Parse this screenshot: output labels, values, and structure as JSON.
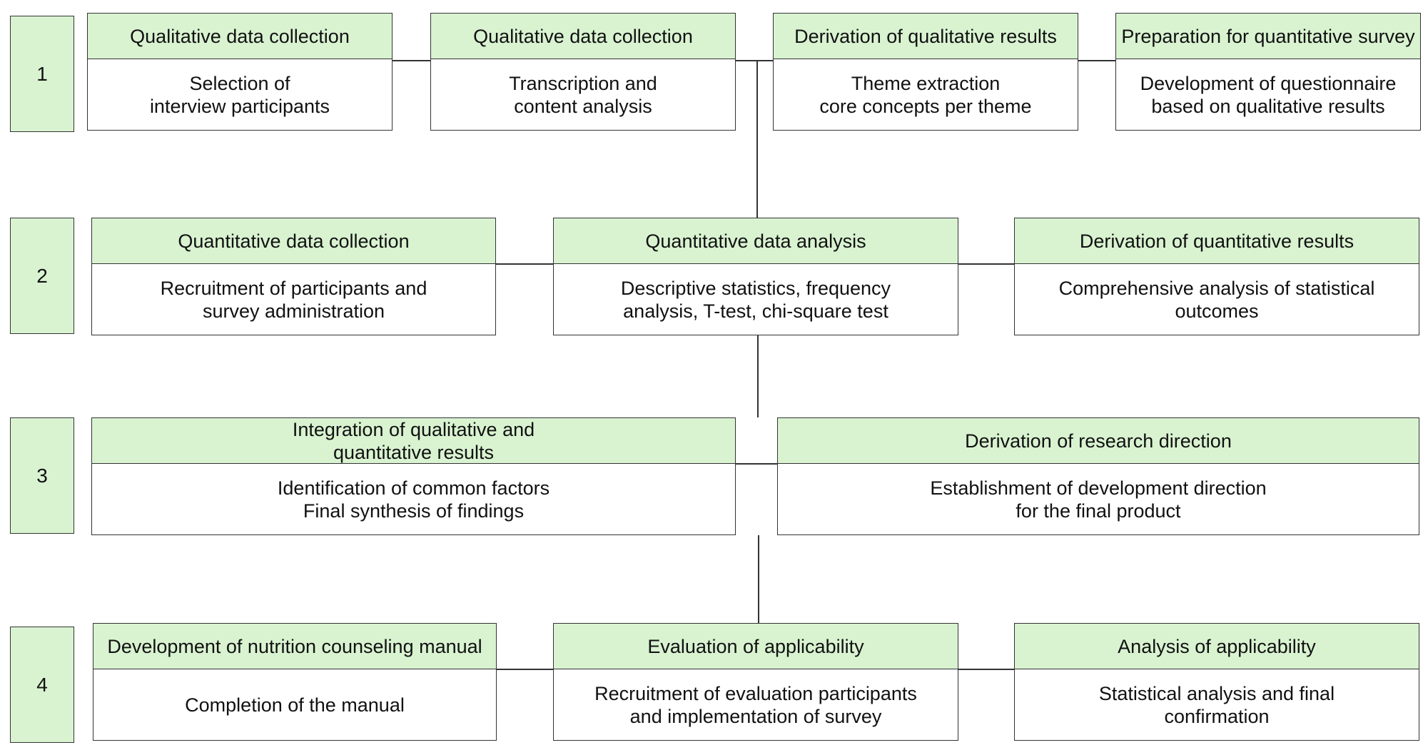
{
  "stages": [
    {
      "number": "1",
      "boxes": [
        {
          "header": [
            "Qualitative data collection"
          ],
          "body": [
            "Selection of",
            "interview participants"
          ]
        },
        {
          "header": [
            "Qualitative data collection"
          ],
          "body": [
            "Transcription and",
            "content analysis"
          ]
        },
        {
          "header": [
            "Derivation of qualitative results"
          ],
          "body": [
            "Theme extraction",
            "core concepts per theme"
          ]
        },
        {
          "header": [
            "Preparation for quantitative survey"
          ],
          "body": [
            "Development of questionnaire",
            "based on qualitative results"
          ]
        }
      ]
    },
    {
      "number": "2",
      "boxes": [
        {
          "header": [
            "Quantitative data collection"
          ],
          "body": [
            "Recruitment of participants and",
            "survey administration"
          ]
        },
        {
          "header": [
            "Quantitative data analysis"
          ],
          "body": [
            "Descriptive statistics, frequency",
            "analysis, T-test, chi-square test"
          ]
        },
        {
          "header": [
            "Derivation of quantitative results"
          ],
          "body": [
            "Comprehensive analysis of statistical",
            "outcomes"
          ]
        }
      ]
    },
    {
      "number": "3",
      "boxes": [
        {
          "header": [
            "Integration of qualitative and",
            "quantitative results"
          ],
          "body": [
            "Identification of common factors",
            "Final synthesis of findings"
          ]
        },
        {
          "header": [
            "Derivation of research direction"
          ],
          "body": [
            "Establishment of development direction",
            "for the final product"
          ]
        }
      ]
    },
    {
      "number": "4",
      "boxes": [
        {
          "header": [
            "Development of nutrition counseling manual"
          ],
          "body": [
            "Completion of the manual"
          ]
        },
        {
          "header": [
            "Evaluation of applicability"
          ],
          "body": [
            "Recruitment of evaluation participants",
            "and implementation of survey"
          ]
        },
        {
          "header": [
            "Analysis of applicability"
          ],
          "body": [
            "Statistical analysis and final",
            "confirmation"
          ]
        }
      ]
    }
  ]
}
